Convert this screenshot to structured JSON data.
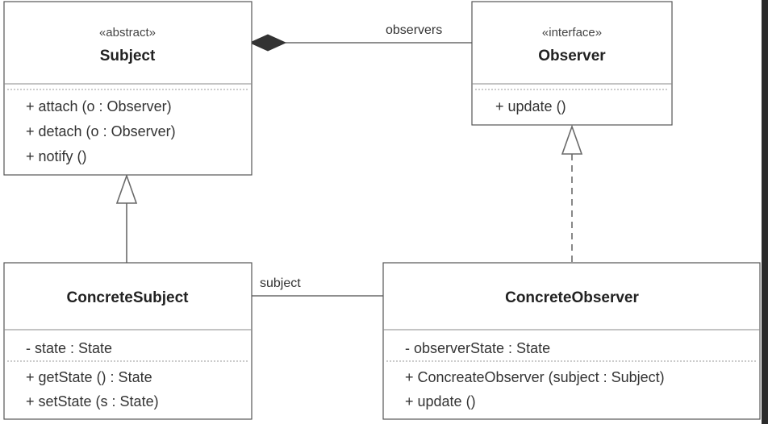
{
  "classes": {
    "subject": {
      "stereotype": "«abstract»",
      "name": "Subject",
      "operations": [
        "+ attach (o : Observer)",
        "+ detach (o : Observer)",
        "+ notify ()"
      ]
    },
    "observer": {
      "stereotype": "«interface»",
      "name": "Observer",
      "operations": [
        "+ update ()"
      ]
    },
    "concrete_subject": {
      "name": "ConcreteSubject",
      "attributes": [
        "- state : State"
      ],
      "operations": [
        "+ getState () : State",
        "+ setState (s : State)"
      ]
    },
    "concrete_observer": {
      "name": "ConcreteObserver",
      "attributes": [
        "- observerState : State"
      ],
      "operations": [
        "+ ConcreateObserver (subject : Subject)",
        "+ update ()"
      ]
    }
  },
  "relations": {
    "observers_label": "observers",
    "subject_label": "subject"
  }
}
